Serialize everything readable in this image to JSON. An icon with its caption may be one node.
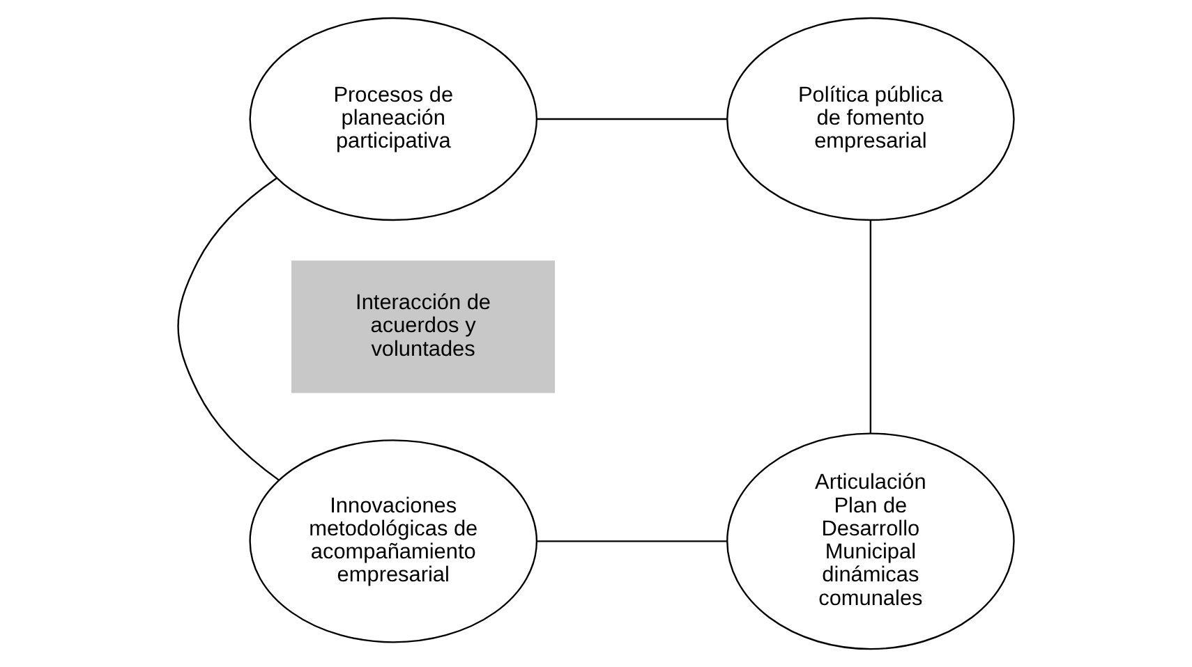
{
  "diagram": {
    "nodes": [
      {
        "text": [
          "Procesos de planeación participativa"
        ]
      },
      {
        "text": [
          "Política pública de fomento empresarial"
        ]
      },
      {
        "text": [
          "Innovaciones metodológicas de acompañamiento empresarial"
        ]
      },
      {
        "text": [
          "Articulación Plan de Desarrollo Municipal dinámicas comunales"
        ]
      },
      {
        "text": [
          "Interacción de acuerdos y voluntades"
        ]
      }
    ],
    "edges": [
      {
        "from": 0,
        "to": 1,
        "arrow": "none"
      },
      {
        "from": 0,
        "to": 2,
        "arrow": "none"
      },
      {
        "from": 1,
        "to": 3,
        "arrow": "none"
      },
      {
        "from": 2,
        "to": 3,
        "arrow": "none"
      }
    ]
  }
}
